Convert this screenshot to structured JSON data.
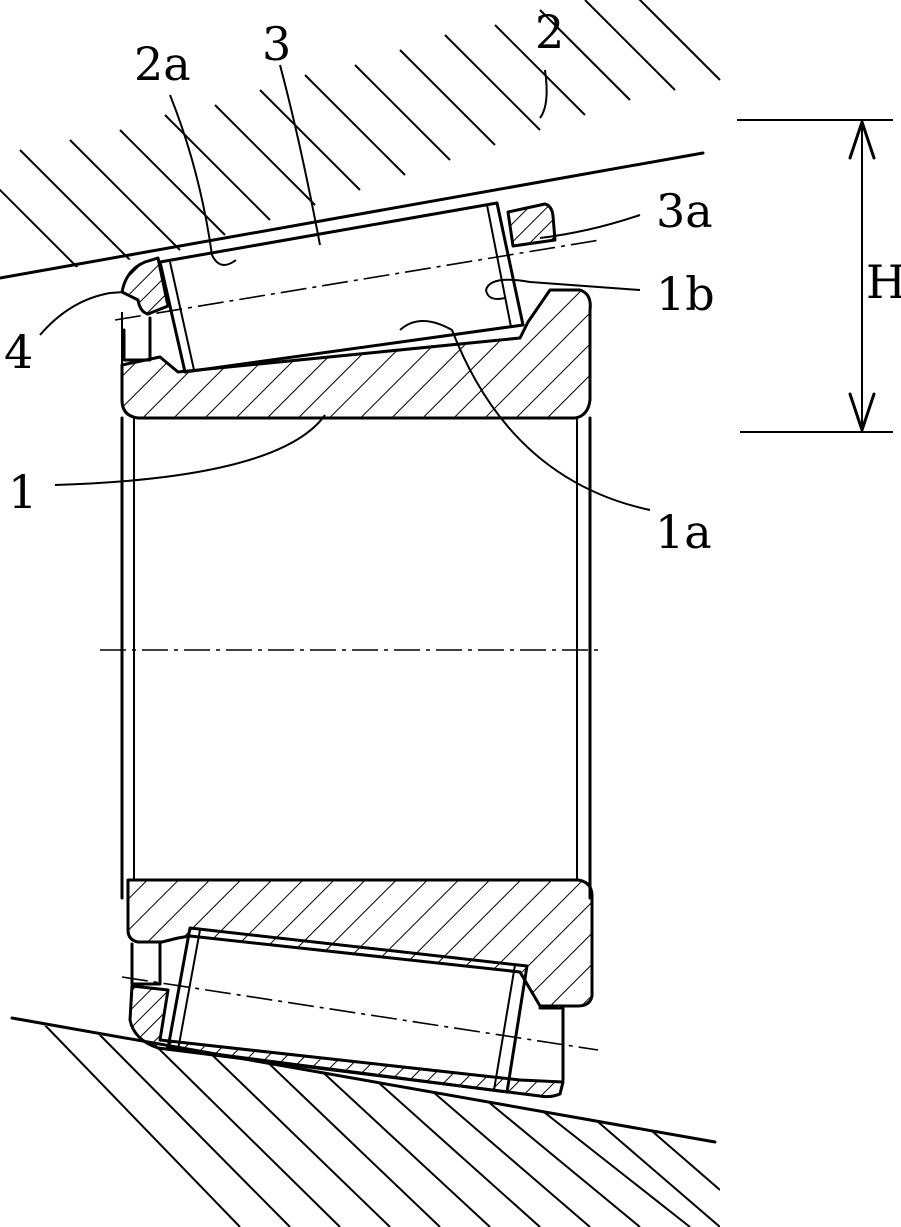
{
  "labels": {
    "housing": "2",
    "housing_raceway": "2a",
    "roller": "3",
    "roller_end_face": "3a",
    "rib_face": "1b",
    "cage": "4",
    "inner_ring": "1",
    "inner_raceway": "1a",
    "height": "H"
  }
}
